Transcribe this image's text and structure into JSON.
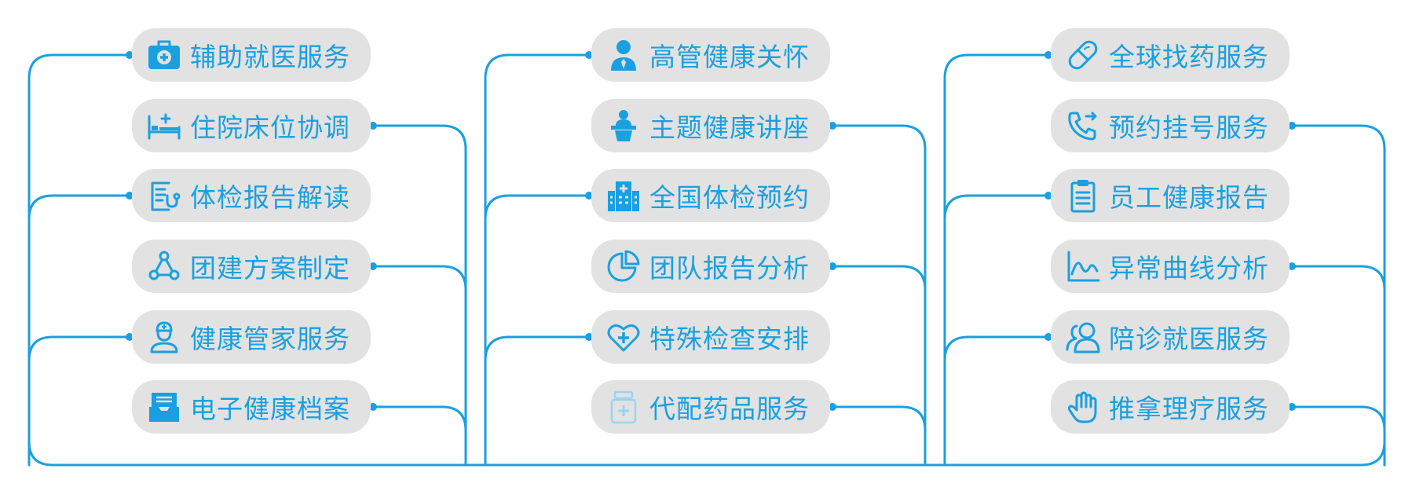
{
  "colors": {
    "accent": "#1aa0e0",
    "pill_bg": "#e2e2e2",
    "background": "#ffffff"
  },
  "columns": [
    {
      "items": [
        {
          "label": "辅助就医服务",
          "icon": "medical-kit-icon"
        },
        {
          "label": "住院床位协调",
          "icon": "hospital-bed-icon"
        },
        {
          "label": "体检报告解读",
          "icon": "report-stethoscope-icon"
        },
        {
          "label": "团建方案制定",
          "icon": "team-network-icon"
        },
        {
          "label": "健康管家服务",
          "icon": "nurse-icon"
        },
        {
          "label": "电子健康档案",
          "icon": "archive-box-icon"
        }
      ]
    },
    {
      "items": [
        {
          "label": "高管健康关怀",
          "icon": "executive-icon"
        },
        {
          "label": "主题健康讲座",
          "icon": "lecture-podium-icon"
        },
        {
          "label": "全国体检预约",
          "icon": "hospital-building-icon"
        },
        {
          "label": "团队报告分析",
          "icon": "pie-chart-icon"
        },
        {
          "label": "特殊检查安排",
          "icon": "heart-plus-icon"
        },
        {
          "label": "代配药品服务",
          "icon": "medicine-bottle-icon"
        }
      ]
    },
    {
      "items": [
        {
          "label": "全球找药服务",
          "icon": "capsule-icon"
        },
        {
          "label": "预约挂号服务",
          "icon": "phone-call-icon"
        },
        {
          "label": "员工健康报告",
          "icon": "clipboard-icon"
        },
        {
          "label": "异常曲线分析",
          "icon": "line-chart-icon"
        },
        {
          "label": "陪诊就医服务",
          "icon": "companions-icon"
        },
        {
          "label": "推拿理疗服务",
          "icon": "massage-hand-icon"
        }
      ]
    }
  ]
}
